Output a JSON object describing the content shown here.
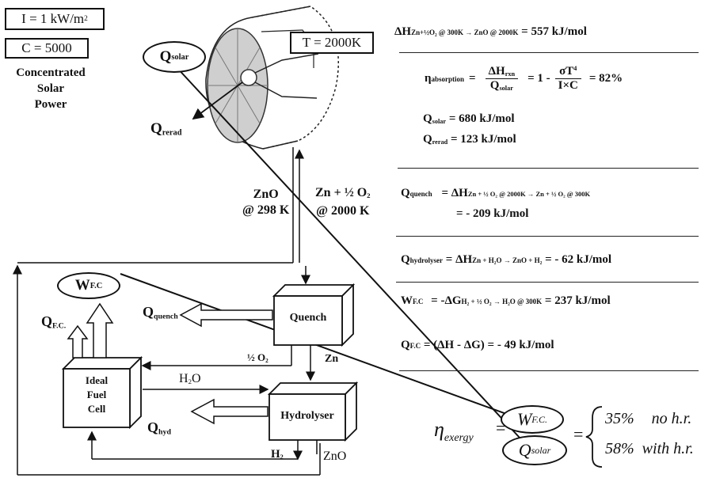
{
  "left_panel": {
    "irradiance": "I = 1 kW/m",
    "irradiance_sup": "2",
    "concentration": "C = 5000",
    "csp_line1": "Concentrated",
    "csp_line2": "Solar",
    "csp_line3": "Power"
  },
  "reactor": {
    "temperature": "T = 2000K",
    "q_solar_main": "Q",
    "q_solar_sub": "solar",
    "q_rerad_main": "Q",
    "q_rerad_sub": "rerad"
  },
  "flows": {
    "zno_label": "ZnO",
    "zno_temp": "@ 298 K",
    "zn_label_main": "Zn + ½ O",
    "zn_label_sub": "2",
    "zn_temp": "@ 2000 K",
    "half_o2_main": "½ O",
    "half_o2_sub": "2",
    "zn": "Zn",
    "h2o_main": "H",
    "h2o_sub": "2",
    "h2o_tail": "O",
    "h2_main": "H",
    "h2_sub": "2",
    "zno_out": "ZnO"
  },
  "components": {
    "quench": "Quench",
    "hydrolyser": "Hydrolyser",
    "fuel_cell_line1": "Ideal",
    "fuel_cell_line2": "Fuel",
    "fuel_cell_line3": "Cell"
  },
  "heat": {
    "w_fc_main": "W",
    "w_fc_sub": "F.C",
    "q_fc_main": "Q",
    "q_fc_sub": "F.C.",
    "q_quench_main": "Q",
    "q_quench_sub": "quench",
    "q_hyd_main": "Q",
    "q_hyd_sub": "hyd"
  },
  "equations": {
    "eq1_lhs": "ΔH",
    "eq1_sub": "Zn+½O₂ @ 300K → ZnO @ 2000K",
    "eq1_rhs": "= 557 kJ/mol",
    "eta_abs_main": "η",
    "eta_abs_sub": "absorption",
    "eta_eq": "=",
    "frac_num_main": "ΔH",
    "frac_num_sub": "rxn",
    "frac_den_main": "Q",
    "frac_den_sub": "solar",
    "one_minus": "= 1 -",
    "frac2_num": "σT",
    "frac2_num_sup": "4",
    "frac2_den": "I×C",
    "eta_abs_val": "= 82%",
    "q_solar_val_main": "Q",
    "q_solar_val_sub": "solar",
    "q_solar_val": "= 680 kJ/mol",
    "q_rerad_val_main": "Q",
    "q_rerad_val_sub": "rerad",
    "q_rerad_val": "= 123 kJ/mol",
    "q_quench_lhs_main": "Q",
    "q_quench_lhs_sub": "quench",
    "q_quench_eq": "= ΔH",
    "q_quench_dh_sub": "Zn + ½ O₂ @ 2000K → Zn + ½ O₂ @ 300K",
    "q_quench_val": "= - 209 kJ/mol",
    "q_hydro_lhs_main": "Q",
    "q_hydro_lhs_sub": "hydrolyser",
    "q_hydro_eq": "= ΔH",
    "q_hydro_sub": "Zn + H₂O → ZnO + H₂",
    "q_hydro_val": "= - 62 kJ/mol",
    "w_fc_lhs_main": "W",
    "w_fc_lhs_sub": "F.C",
    "w_fc_eq": "= -ΔG",
    "w_fc_sub": "H₂ + ½ O₂ → H₂O @ 300K",
    "w_fc_val": "= 237 kJ/mol",
    "q_fc_lhs_main": "Q",
    "q_fc_lhs_sub": "F.C",
    "q_fc_val": "= (ΔH - ΔG) = - 49 kJ/mol"
  },
  "exergy": {
    "eta_main": "η",
    "eta_sub": "exergy",
    "eq": "=",
    "num_main": "W",
    "num_sub": "F.C.",
    "den_main": "Q",
    "den_sub": "solar",
    "eq2": "=",
    "case1_value": "35%",
    "case1_label": "no h.r.",
    "case2_value": "58%",
    "case2_label": "with h.r."
  }
}
